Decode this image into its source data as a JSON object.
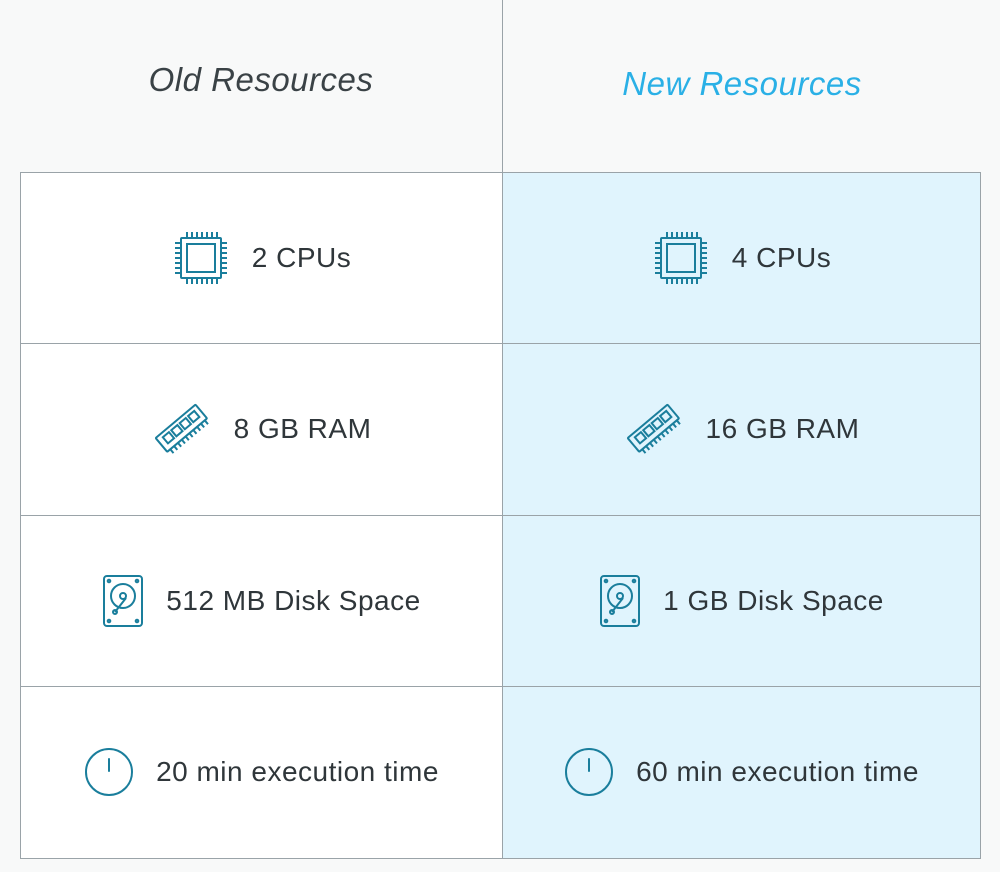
{
  "headers": {
    "old": "Old Resources",
    "new": "New Resources"
  },
  "rows": [
    {
      "icon": "cpu-icon",
      "old": "2 CPUs",
      "new": "4 CPUs"
    },
    {
      "icon": "ram-icon",
      "old": "8 GB RAM",
      "new": "16 GB RAM"
    },
    {
      "icon": "disk-icon",
      "old": "512 MB Disk Space",
      "new": "1 GB Disk Space"
    },
    {
      "icon": "clock-icon",
      "old": "20 min execution time",
      "new": "60 min execution time"
    }
  ],
  "colors": {
    "icon": "#1a7e9c",
    "new_header": "#2ab0e6",
    "new_column_bg": "#e0f4fd"
  }
}
